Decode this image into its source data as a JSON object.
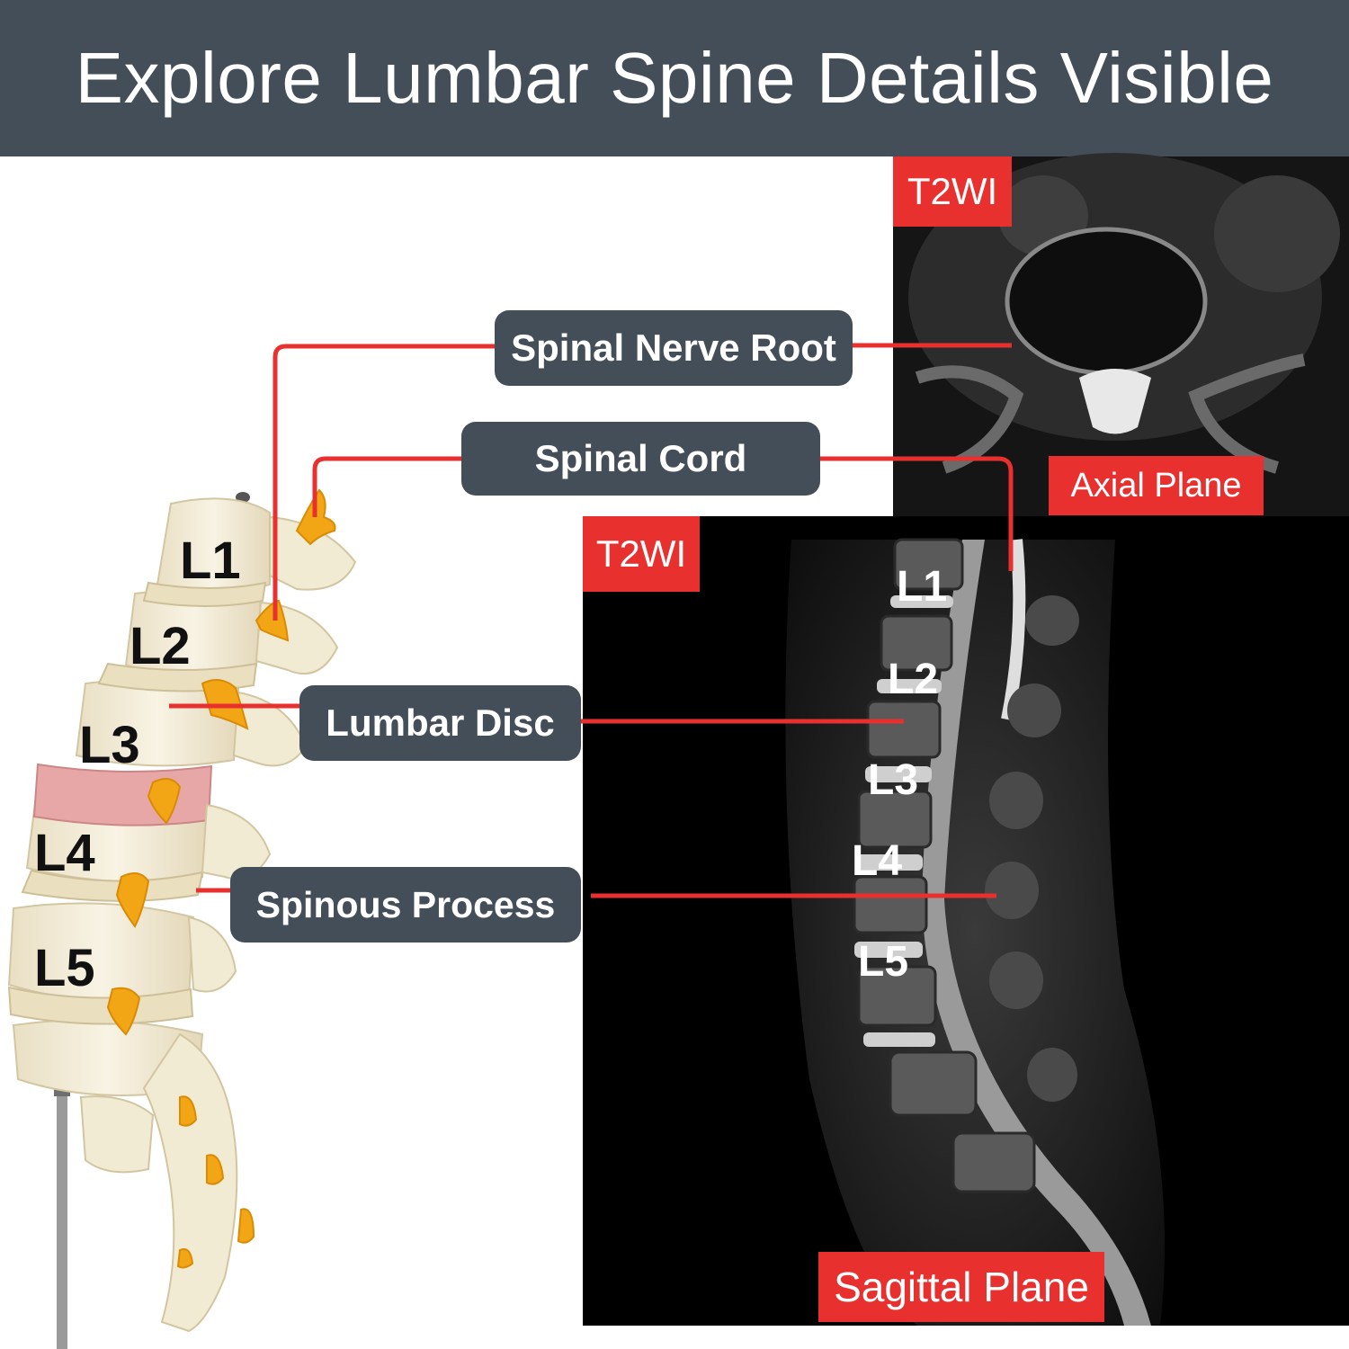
{
  "header": {
    "title": "Explore Lumbar Spine Details Visible"
  },
  "callouts": {
    "spinal_nerve_root": "Spinal Nerve Root",
    "spinal_cord": "Spinal Cord",
    "lumbar_disc": "Lumbar Disc",
    "spinous_process": "Spinous Process"
  },
  "mri": {
    "axial": {
      "sequence": "T2WI",
      "plane": "Axial Plane"
    },
    "sagittal": {
      "sequence": "T2WI",
      "plane": "Sagittal Plane"
    },
    "vertebra_labels": [
      "L1",
      "L2",
      "L3",
      "L4",
      "L5"
    ]
  },
  "model": {
    "vertebra_labels": [
      "L1",
      "L2",
      "L3",
      "L4",
      "L5"
    ]
  },
  "colors": {
    "accent": "#e8302f",
    "panel": "#444e58",
    "nerve": "#f2a615",
    "bone": "#f3ecd6"
  }
}
